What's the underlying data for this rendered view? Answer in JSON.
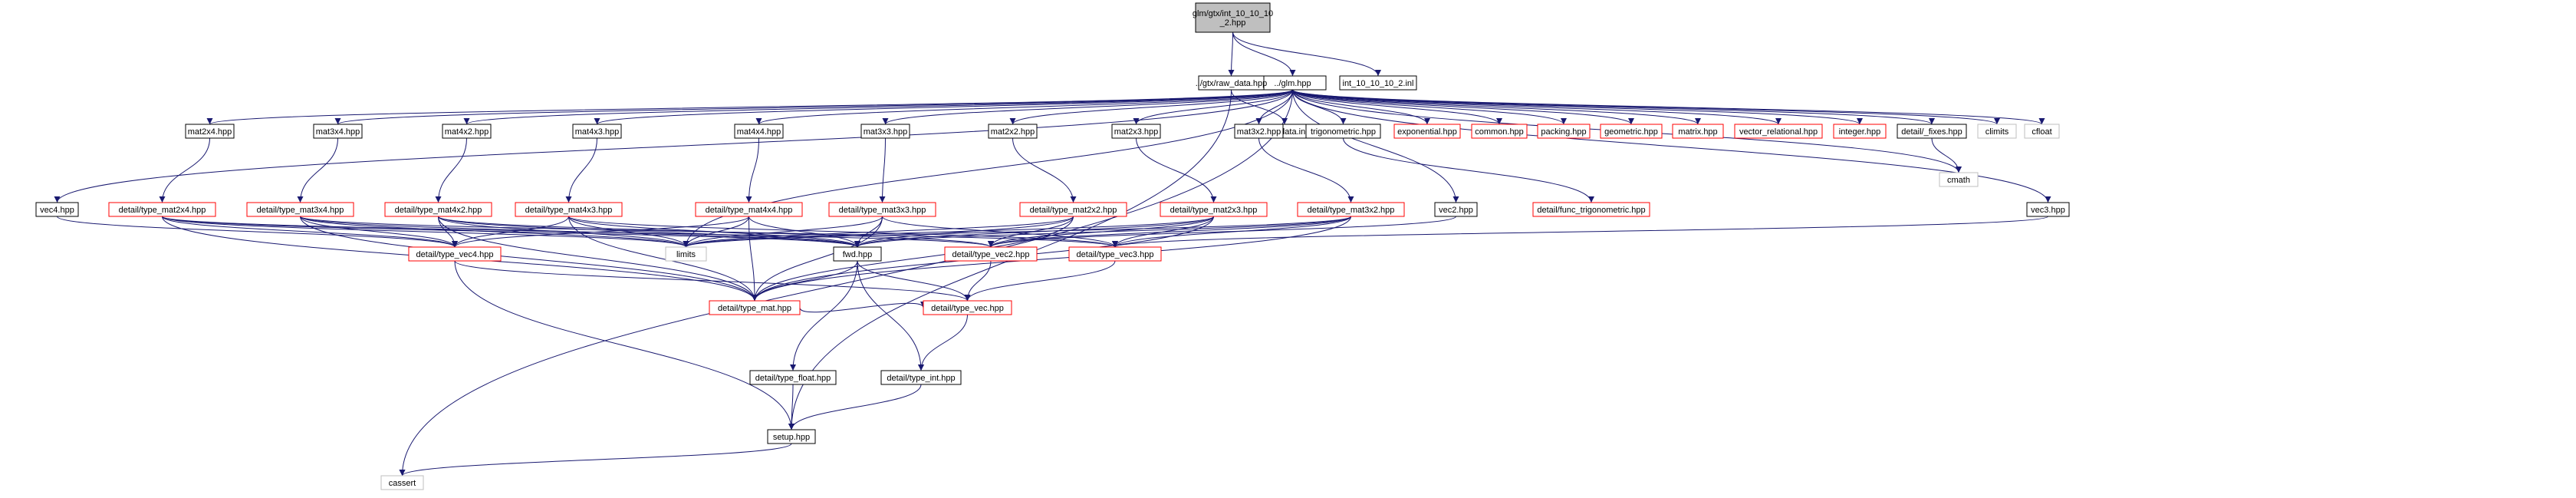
{
  "nodes": [
    {
      "id": "root",
      "label_lines": [
        "glm/gtx/int_10_10_10",
        "_2.hpp"
      ],
      "style": "root"
    },
    {
      "id": "glm",
      "label_lines": [
        "../glm.hpp"
      ],
      "style": "black"
    },
    {
      "id": "rawdata",
      "label_lines": [
        "../gtx/raw_data.hpp"
      ],
      "style": "black"
    },
    {
      "id": "inl",
      "label_lines": [
        "int_10_10_10_2.inl"
      ],
      "style": "black"
    },
    {
      "id": "rawinl",
      "label_lines": [
        "raw_data.inl"
      ],
      "style": "black"
    },
    {
      "id": "cassert",
      "label_lines": [
        "cassert"
      ],
      "style": "gray"
    },
    {
      "id": "vec4",
      "label_lines": [
        "vec4.hpp"
      ],
      "style": "black"
    },
    {
      "id": "mat2x4",
      "label_lines": [
        "mat2x4.hpp"
      ],
      "style": "black"
    },
    {
      "id": "mat3x4",
      "label_lines": [
        "mat3x4.hpp"
      ],
      "style": "black"
    },
    {
      "id": "mat4x2",
      "label_lines": [
        "mat4x2.hpp"
      ],
      "style": "black"
    },
    {
      "id": "mat4x3",
      "label_lines": [
        "mat4x3.hpp"
      ],
      "style": "black"
    },
    {
      "id": "mat4x4",
      "label_lines": [
        "mat4x4.hpp"
      ],
      "style": "black"
    },
    {
      "id": "mat3x3",
      "label_lines": [
        "mat3x3.hpp"
      ],
      "style": "black"
    },
    {
      "id": "mat2x2",
      "label_lines": [
        "mat2x2.hpp"
      ],
      "style": "black"
    },
    {
      "id": "mat2x3",
      "label_lines": [
        "mat2x3.hpp"
      ],
      "style": "black"
    },
    {
      "id": "mat3x2",
      "label_lines": [
        "mat3x2.hpp"
      ],
      "style": "black"
    },
    {
      "id": "trig",
      "label_lines": [
        "trigonometric.hpp"
      ],
      "style": "black"
    },
    {
      "id": "expo",
      "label_lines": [
        "exponential.hpp"
      ],
      "style": "red"
    },
    {
      "id": "common",
      "label_lines": [
        "common.hpp"
      ],
      "style": "red"
    },
    {
      "id": "packing",
      "label_lines": [
        "packing.hpp"
      ],
      "style": "red"
    },
    {
      "id": "geometric",
      "label_lines": [
        "geometric.hpp"
      ],
      "style": "red"
    },
    {
      "id": "matrix",
      "label_lines": [
        "matrix.hpp"
      ],
      "style": "red"
    },
    {
      "id": "vecrel",
      "label_lines": [
        "vector_relational.hpp"
      ],
      "style": "red"
    },
    {
      "id": "integer",
      "label_lines": [
        "integer.hpp"
      ],
      "style": "red"
    },
    {
      "id": "fixes",
      "label_lines": [
        "detail/_fixes.hpp"
      ],
      "style": "black"
    },
    {
      "id": "climits",
      "label_lines": [
        "climits"
      ],
      "style": "gray"
    },
    {
      "id": "cfloat",
      "label_lines": [
        "cfloat"
      ],
      "style": "gray"
    },
    {
      "id": "cmath",
      "label_lines": [
        "cmath"
      ],
      "style": "gray"
    },
    {
      "id": "vec3",
      "label_lines": [
        "vec3.hpp"
      ],
      "style": "black"
    },
    {
      "id": "vec2",
      "label_lines": [
        "vec2.hpp"
      ],
      "style": "black"
    },
    {
      "id": "functrig",
      "label_lines": [
        "detail/func_trigonometric.hpp"
      ],
      "style": "red"
    },
    {
      "id": "tm2x4",
      "label_lines": [
        "detail/type_mat2x4.hpp"
      ],
      "style": "red"
    },
    {
      "id": "tm3x4",
      "label_lines": [
        "detail/type_mat3x4.hpp"
      ],
      "style": "red"
    },
    {
      "id": "tm4x2",
      "label_lines": [
        "detail/type_mat4x2.hpp"
      ],
      "style": "red"
    },
    {
      "id": "tm4x3",
      "label_lines": [
        "detail/type_mat4x3.hpp"
      ],
      "style": "red"
    },
    {
      "id": "tm4x4",
      "label_lines": [
        "detail/type_mat4x4.hpp"
      ],
      "style": "red"
    },
    {
      "id": "tm3x3",
      "label_lines": [
        "detail/type_mat3x3.hpp"
      ],
      "style": "red"
    },
    {
      "id": "tm2x2",
      "label_lines": [
        "detail/type_mat2x2.hpp"
      ],
      "style": "red"
    },
    {
      "id": "tm2x3",
      "label_lines": [
        "detail/type_mat2x3.hpp"
      ],
      "style": "red"
    },
    {
      "id": "tm3x2",
      "label_lines": [
        "detail/type_mat3x2.hpp"
      ],
      "style": "red"
    },
    {
      "id": "tvec4",
      "label_lines": [
        "detail/type_vec4.hpp"
      ],
      "style": "red"
    },
    {
      "id": "limits",
      "label_lines": [
        "limits"
      ],
      "style": "gray"
    },
    {
      "id": "fwd",
      "label_lines": [
        "fwd.hpp"
      ],
      "style": "black"
    },
    {
      "id": "tvec2",
      "label_lines": [
        "detail/type_vec2.hpp"
      ],
      "style": "red"
    },
    {
      "id": "tvec3",
      "label_lines": [
        "detail/type_vec3.hpp"
      ],
      "style": "red"
    },
    {
      "id": "tmat",
      "label_lines": [
        "detail/type_mat.hpp"
      ],
      "style": "red"
    },
    {
      "id": "tvec",
      "label_lines": [
        "detail/type_vec.hpp"
      ],
      "style": "red"
    },
    {
      "id": "tfloat",
      "label_lines": [
        "detail/type_float.hpp"
      ],
      "style": "black"
    },
    {
      "id": "tint",
      "label_lines": [
        "detail/type_int.hpp"
      ],
      "style": "black"
    },
    {
      "id": "setup",
      "label_lines": [
        "setup.hpp"
      ],
      "style": "black"
    }
  ],
  "edges": [
    [
      "root",
      "glm"
    ],
    [
      "root",
      "rawdata"
    ],
    [
      "root",
      "inl"
    ],
    [
      "rawdata",
      "rawinl"
    ],
    [
      "rawdata",
      "setup"
    ],
    [
      "glm",
      "cassert"
    ],
    [
      "glm",
      "vec4"
    ],
    [
      "glm",
      "mat2x4"
    ],
    [
      "glm",
      "mat3x4"
    ],
    [
      "glm",
      "mat4x2"
    ],
    [
      "glm",
      "mat4x3"
    ],
    [
      "glm",
      "mat4x4"
    ],
    [
      "glm",
      "mat3x3"
    ],
    [
      "glm",
      "mat2x2"
    ],
    [
      "glm",
      "mat2x3"
    ],
    [
      "glm",
      "mat3x2"
    ],
    [
      "glm",
      "trig"
    ],
    [
      "glm",
      "expo"
    ],
    [
      "glm",
      "common"
    ],
    [
      "glm",
      "packing"
    ],
    [
      "glm",
      "geometric"
    ],
    [
      "glm",
      "matrix"
    ],
    [
      "glm",
      "vecrel"
    ],
    [
      "glm",
      "integer"
    ],
    [
      "glm",
      "fixes"
    ],
    [
      "glm",
      "climits"
    ],
    [
      "glm",
      "cfloat"
    ],
    [
      "glm",
      "cmath"
    ],
    [
      "glm",
      "vec3"
    ],
    [
      "glm",
      "vec2"
    ],
    [
      "glm",
      "limits"
    ],
    [
      "fixes",
      "cmath"
    ],
    [
      "trig",
      "functrig"
    ],
    [
      "vec4",
      "tvec4"
    ],
    [
      "vec3",
      "tvec3"
    ],
    [
      "vec2",
      "tvec2"
    ],
    [
      "mat2x4",
      "tm2x4"
    ],
    [
      "mat3x4",
      "tm3x4"
    ],
    [
      "mat4x2",
      "tm4x2"
    ],
    [
      "mat4x3",
      "tm4x3"
    ],
    [
      "mat4x4",
      "tm4x4"
    ],
    [
      "mat3x3",
      "tm3x3"
    ],
    [
      "mat2x2",
      "tm2x2"
    ],
    [
      "mat2x3",
      "tm2x3"
    ],
    [
      "mat3x2",
      "tm3x2"
    ],
    [
      "tm2x4",
      "tvec4"
    ],
    [
      "tm2x4",
      "tvec2"
    ],
    [
      "tm2x4",
      "limits"
    ],
    [
      "tm2x4",
      "fwd"
    ],
    [
      "tm2x4",
      "tmat"
    ],
    [
      "tm3x4",
      "tvec4"
    ],
    [
      "tm3x4",
      "tvec3"
    ],
    [
      "tm3x4",
      "limits"
    ],
    [
      "tm3x4",
      "fwd"
    ],
    [
      "tm3x4",
      "tmat"
    ],
    [
      "tm4x2",
      "tvec4"
    ],
    [
      "tm4x2",
      "tvec2"
    ],
    [
      "tm4x2",
      "limits"
    ],
    [
      "tm4x2",
      "fwd"
    ],
    [
      "tm4x2",
      "tmat"
    ],
    [
      "tm4x3",
      "tvec4"
    ],
    [
      "tm4x3",
      "tvec3"
    ],
    [
      "tm4x3",
      "limits"
    ],
    [
      "tm4x3",
      "fwd"
    ],
    [
      "tm4x3",
      "tmat"
    ],
    [
      "tm4x4",
      "tvec4"
    ],
    [
      "tm4x4",
      "limits"
    ],
    [
      "tm4x4",
      "fwd"
    ],
    [
      "tm4x4",
      "tmat"
    ],
    [
      "tm3x3",
      "tvec3"
    ],
    [
      "tm3x3",
      "limits"
    ],
    [
      "tm3x3",
      "fwd"
    ],
    [
      "tm3x3",
      "tmat"
    ],
    [
      "tm2x2",
      "tvec2"
    ],
    [
      "tm2x2",
      "limits"
    ],
    [
      "tm2x2",
      "fwd"
    ],
    [
      "tm2x2",
      "tmat"
    ],
    [
      "tm2x3",
      "tvec2"
    ],
    [
      "tm2x3",
      "tvec3"
    ],
    [
      "tm2x3",
      "limits"
    ],
    [
      "tm2x3",
      "fwd"
    ],
    [
      "tm2x3",
      "tmat"
    ],
    [
      "tm3x2",
      "tvec2"
    ],
    [
      "tm3x2",
      "tvec3"
    ],
    [
      "tm3x2",
      "limits"
    ],
    [
      "tm3x2",
      "fwd"
    ],
    [
      "tm3x2",
      "tmat"
    ],
    [
      "tvec4",
      "tvec"
    ],
    [
      "tvec4",
      "setup"
    ],
    [
      "tvec2",
      "tvec"
    ],
    [
      "tvec3",
      "tvec"
    ],
    [
      "fwd",
      "tfloat"
    ],
    [
      "fwd",
      "tint"
    ],
    [
      "fwd",
      "tmat"
    ],
    [
      "fwd",
      "tvec"
    ],
    [
      "tmat",
      "tvec"
    ],
    [
      "tvec",
      "tint"
    ],
    [
      "tint",
      "setup"
    ],
    [
      "tfloat",
      "setup"
    ],
    [
      "setup",
      "cassert"
    ]
  ],
  "colors": {
    "edge": "#191970",
    "root_fill": "#bfbfbf",
    "node_fill": "#ffffff",
    "border_black": "#000000",
    "border_red": "#ff0000",
    "border_gray": "#bfbfbf",
    "text": "#000000"
  }
}
